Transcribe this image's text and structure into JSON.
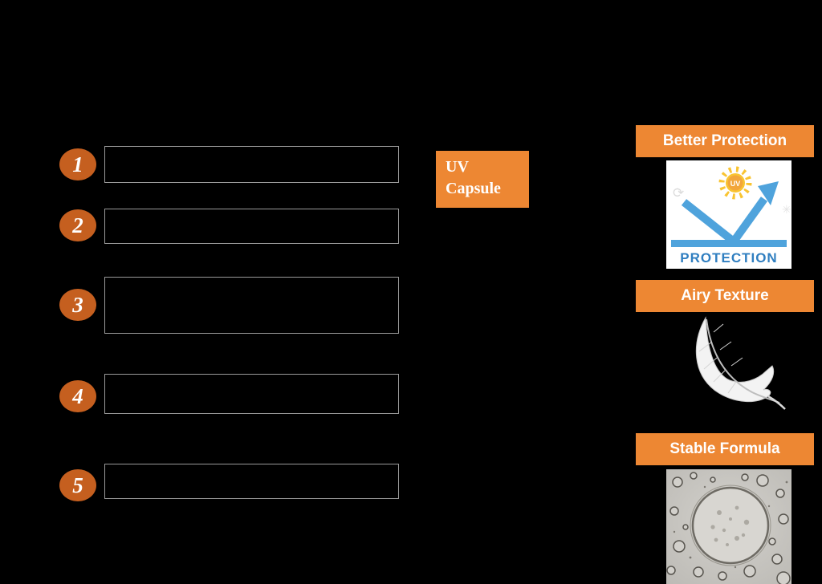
{
  "slide": {
    "background": "#000000"
  },
  "steps": [
    {
      "number": "1"
    },
    {
      "number": "2"
    },
    {
      "number": "3"
    },
    {
      "number": "4"
    },
    {
      "number": "5"
    }
  ],
  "uv_capsule": {
    "line1": "UV",
    "line2": "Capsule"
  },
  "features": [
    {
      "title": "Better Protection"
    },
    {
      "title": "Airy Texture"
    },
    {
      "title": "Stable Formula"
    }
  ],
  "uv_logo": {
    "sun_label": "UV",
    "word": "PROTECTION"
  },
  "colors": {
    "banner_orange": "#ED8733",
    "badge_orange": "#C55F1F",
    "box_border": "#9A9A9A",
    "logo_arrow_blue": "#4FA3DC",
    "logo_word_blue": "#2F7EC0",
    "sun_yellow": "#F9C431"
  }
}
